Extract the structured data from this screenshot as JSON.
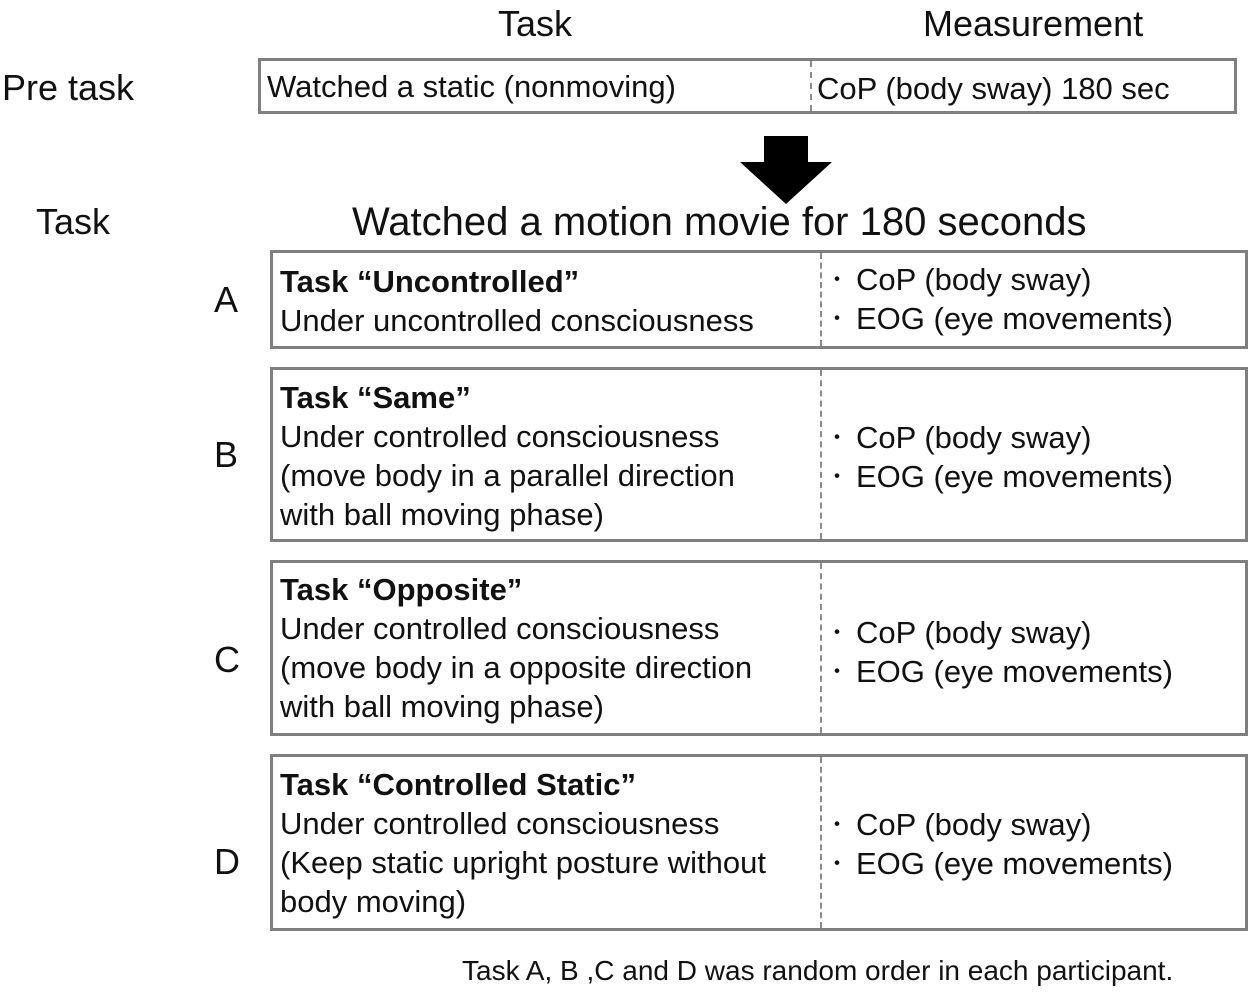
{
  "headers": {
    "task": "Task",
    "measurement": "Measurement"
  },
  "pre_task": {
    "label": "Pre task",
    "task_text": "Watched a static (nonmoving)",
    "measurement": "CoP (body sway) 180 sec"
  },
  "task_section": {
    "label": "Task",
    "title": "Watched a motion movie for 180 seconds"
  },
  "bullet": "・",
  "tasks": [
    {
      "letter": "A",
      "name": "Task “Uncontrolled”",
      "lines": [
        "Under uncontrolled consciousness"
      ],
      "measurements": [
        "CoP (body sway)",
        "EOG (eye movements)"
      ]
    },
    {
      "letter": "B",
      "name": "Task “Same”",
      "lines": [
        "Under controlled consciousness",
        "(move body in a parallel direction",
        "with ball moving phase)"
      ],
      "measurements": [
        "CoP (body sway)",
        "EOG (eye movements)"
      ]
    },
    {
      "letter": "C",
      "name": "Task “Opposite”",
      "lines": [
        "Under controlled consciousness",
        "(move body in a opposite direction",
        "with ball moving phase)"
      ],
      "measurements": [
        "CoP (body sway)",
        "EOG (eye movements)"
      ]
    },
    {
      "letter": "D",
      "name": "Task “Controlled Static”",
      "lines": [
        "Under controlled consciousness",
        "(Keep static upright posture without",
        "body moving)"
      ],
      "measurements": [
        "CoP (body sway)",
        "EOG (eye movements)"
      ]
    }
  ],
  "footnote": "Task A, B ,C and D was random order in each participant."
}
